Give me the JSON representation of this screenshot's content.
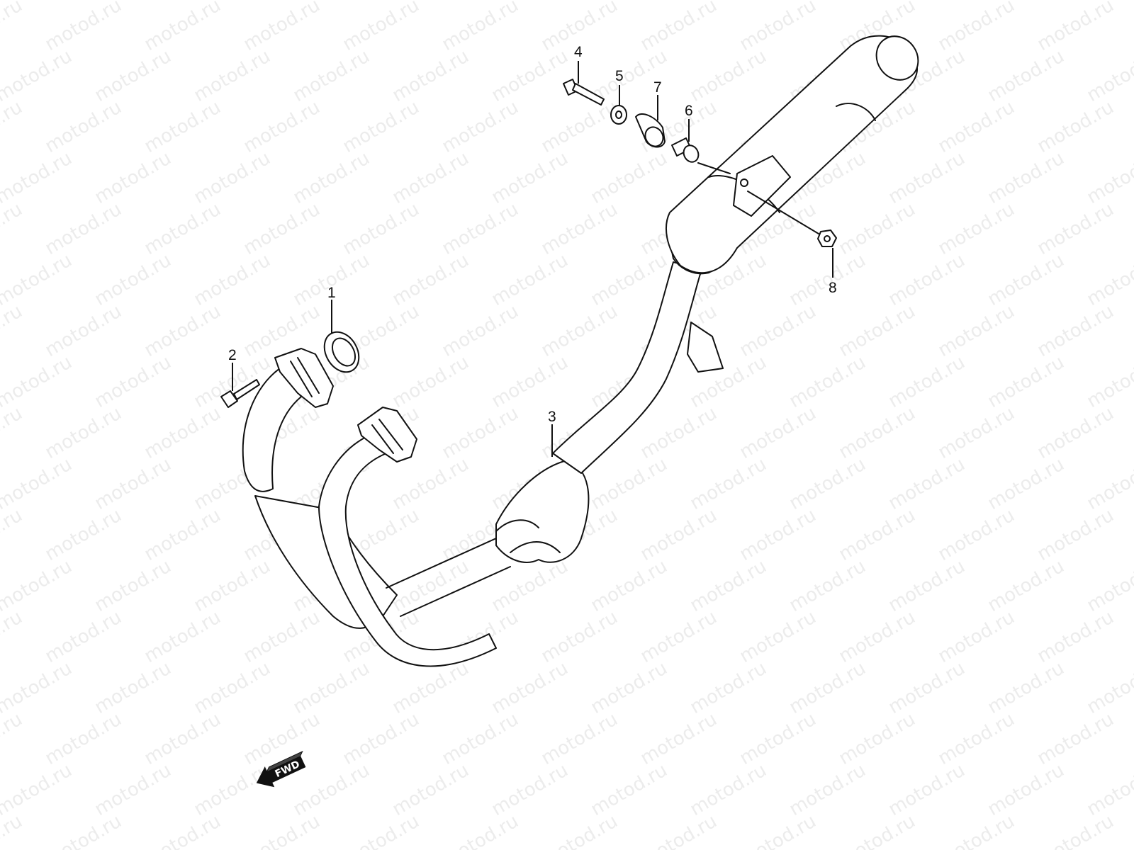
{
  "watermark": {
    "text": "motod.ru"
  },
  "callouts": [
    {
      "id": "1",
      "label": "1"
    },
    {
      "id": "2",
      "label": "2"
    },
    {
      "id": "3",
      "label": "3"
    },
    {
      "id": "4",
      "label": "4"
    },
    {
      "id": "5",
      "label": "5"
    },
    {
      "id": "6",
      "label": "6"
    },
    {
      "id": "7",
      "label": "7"
    },
    {
      "id": "8",
      "label": "8"
    }
  ],
  "fwd_arrow": {
    "label": "FWD"
  }
}
